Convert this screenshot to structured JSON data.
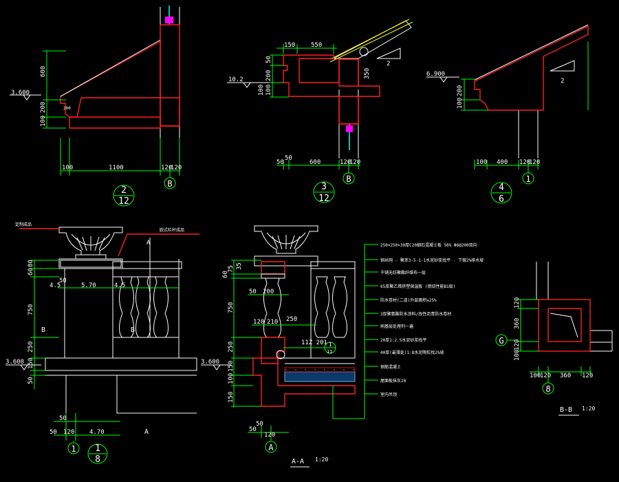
{
  "colors": {
    "background": "#000000",
    "section_outline": "#ff2020",
    "dimension_lines": "#00ff00",
    "text": "#ffffff",
    "gutter": "#ffff00",
    "pipe": "#ff00ff",
    "callout_leader": "#ff2020"
  },
  "detail_2": {
    "level_mark": "3.600",
    "dims_vertical": [
      "600",
      "200",
      "100"
    ],
    "dims_horizontal": [
      "100",
      "1100",
      "120",
      "120"
    ],
    "inner_note": "200",
    "axis_bubble": "B",
    "detail_number": "2",
    "sheet_number": "12"
  },
  "detail_3": {
    "level_mark": "10.2",
    "dims_top": [
      "150",
      "550"
    ],
    "dims_vertical": [
      "50",
      "200",
      "100",
      "100"
    ],
    "dim_right": "350",
    "dims_horizontal": [
      "50",
      "50",
      "600",
      "120",
      "120"
    ],
    "slope": "2",
    "axis_bubble": "B",
    "detail_number": "3",
    "sheet_number": "12"
  },
  "detail_4": {
    "level_mark": "6.900",
    "dims_vertical": [
      "200",
      "100"
    ],
    "dims_horizontal": [
      "100",
      "400",
      "120",
      "120"
    ],
    "slope": "2",
    "axis_bubble": "1",
    "detail_number": "4",
    "sheet_number": "6"
  },
  "elevation": {
    "label_urn": "定制成品",
    "label_baluster": "欧式栏杆成品",
    "section_mark": "A",
    "dims_vertical": [
      "60",
      "80",
      "750",
      "250",
      "150",
      "50"
    ],
    "dims_horizontal_top": [
      "4.5",
      "50",
      "5.70",
      "4.5"
    ],
    "dims_horizontal_bottom": [
      "50",
      "50",
      "120",
      "4.70"
    ],
    "side_mark": "B",
    "inner_mark": "B",
    "level_mark": "3.600",
    "bottom_mark": "A",
    "axis_bubble": "1",
    "detail_number": "1",
    "sheet_number": "8"
  },
  "section_aa": {
    "dims_vertical": [
      "75",
      "35",
      "60",
      "750",
      "250",
      "150",
      "100",
      "150"
    ],
    "dims_horizontal": [
      "50",
      "200",
      "120",
      "210",
      "250"
    ],
    "small_callout": "11Z 201",
    "callout_number": "1",
    "callout_sheet": "11",
    "level_mark": "3.600",
    "dims_bottom": [
      "50",
      "50",
      "120"
    ],
    "notes": [
      "250×250×30厚C20细石混凝土板 56% Φ6@200双向",
      "钢丝网 - 聚苯3-5-1-1水泥砂浆找平 - 下做2%排水坡",
      "干铺无纺聚酯纤维布一层",
      "65厚聚乙烯挤塑保温板 (燃烧性能B1级)",
      "防水卷材(二道)外层面积≥25%",
      "3厚聚氨酯防水涂料/改性沥青防水卷材",
      "刷基层处理剂一遍",
      "20厚1:2.5水泥砂浆找平",
      "40厚(最薄处)1:8水泥陶粒找2%坡",
      "钢筋混凝土",
      "屋面板抹灰20",
      "室内吊顶"
    ],
    "axis_bubble": "A",
    "title": "A-A",
    "scale": "1:20"
  },
  "section_bb": {
    "dims_vertical": [
      "120",
      "360",
      "120",
      "100"
    ],
    "dims_horizontal": [
      "100",
      "120",
      "360",
      "120"
    ],
    "axis_bubble_left": "G",
    "axis_bubble_bottom": "8",
    "title": "B-B",
    "scale": "1:20"
  }
}
